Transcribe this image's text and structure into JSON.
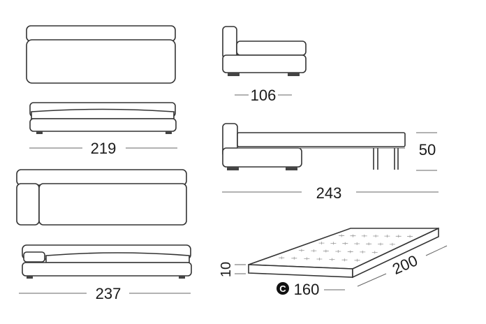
{
  "dimensions": {
    "sofa_top_width": "219",
    "sofa_side_depth": "106",
    "bed_height": "50",
    "bed_length": "243",
    "sofa2_width": "237",
    "mattress_thickness": "10",
    "mattress_width": "160",
    "mattress_length": "200"
  },
  "badge": {
    "letter": "C"
  },
  "colors": {
    "stroke": "#333333",
    "text": "#1a1a1a"
  }
}
